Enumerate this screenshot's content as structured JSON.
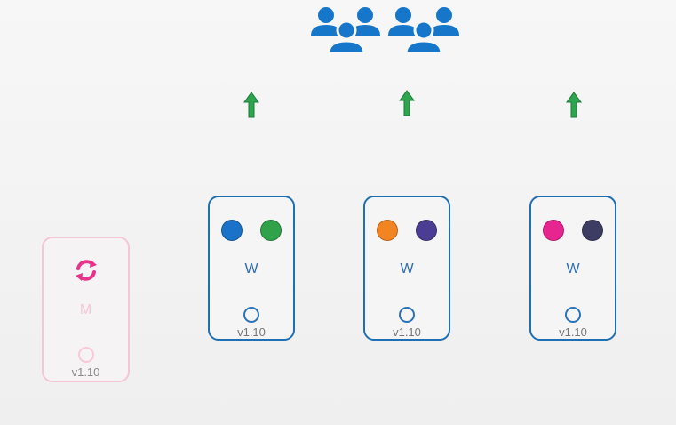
{
  "icons": {
    "users": "users-group-icon",
    "arrow": "arrow-up-icon",
    "sync": "sync-icon"
  },
  "colors": {
    "users": "#1676c9",
    "arrow": "#2da44e",
    "worker_border": "#1f6fb3",
    "master_border": "#f6c6d6",
    "sync": "#e8338c"
  },
  "workers": [
    {
      "label": "W",
      "version": "v1.10",
      "pods": [
        "#1a73c8",
        "#2fa24a"
      ]
    },
    {
      "label": "W",
      "version": "v1.10",
      "pods": [
        "#f28522",
        "#4b3d91"
      ]
    },
    {
      "label": "W",
      "version": "v1.10",
      "pods": [
        "#e62590",
        "#3d3d63"
      ]
    }
  ],
  "master": {
    "label": "M",
    "version": "v1.10"
  }
}
